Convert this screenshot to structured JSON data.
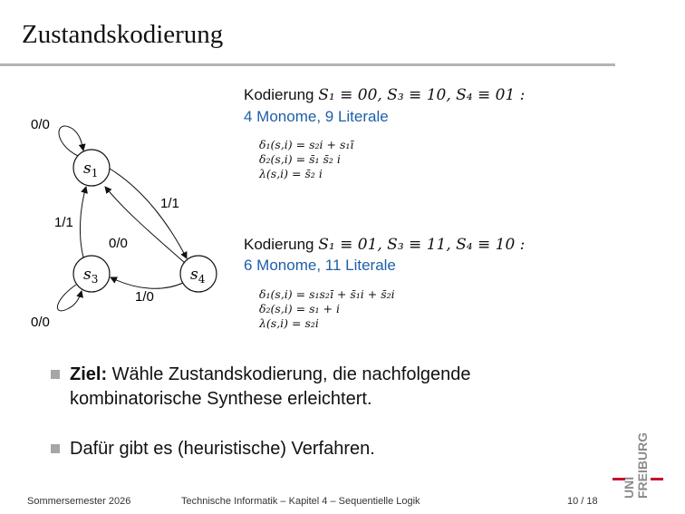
{
  "title": "Zustandskodierung",
  "diagram": {
    "states": [
      "s",
      "s",
      "s"
    ],
    "state_indices": [
      "1",
      "3",
      "4"
    ],
    "edges": [
      "0/0",
      "1/1",
      "0/0",
      "1/1",
      "1/0",
      "0/0"
    ]
  },
  "encodings": [
    {
      "prefix": "Kodierung ",
      "spec": "S₁ ≡ 00, S₃ ≡ 10, S₄ ≡ 01 :",
      "summary": "4 Monome, 9 Literale",
      "equations": [
        "δ₁(s,i) = s₂i + s₁ī",
        "δ₂(s,i) = s̄₁ s̄₂ i",
        "λ(s,i) = s̄₂ i"
      ]
    },
    {
      "prefix": "Kodierung ",
      "spec": "S₁ ≡ 01, S₃ ≡ 11, S₄ ≡ 10 :",
      "summary": "6 Monome, 11 Literale",
      "equations": [
        "δ₁(s,i) = s₁s₂ī + s̄₁i + s̄₂i",
        "δ₂(s,i) = s₁ + i",
        "λ(s,i) = s₂i"
      ]
    }
  ],
  "bullets": [
    {
      "bold": "Ziel:",
      "text": " Wähle Zustandskodierung, die nachfolgende kombinatorische Synthese erleichtert."
    },
    {
      "bold": "",
      "text": "Dafür gibt es (heuristische) Verfahren."
    }
  ],
  "footer": {
    "left": "Sommersemester 2026",
    "center": "Technische Informatik – Kapitel 4 – Sequentielle Logik",
    "right": "10 / 18"
  },
  "logo": {
    "line1": "UNI",
    "line2": "FREIBURG"
  },
  "colors": {
    "accent_blue": "#1f5fa8",
    "rule_gray": "#b3b3b3",
    "logo_red": "#c8102e",
    "logo_gray": "#8c8c8c"
  }
}
